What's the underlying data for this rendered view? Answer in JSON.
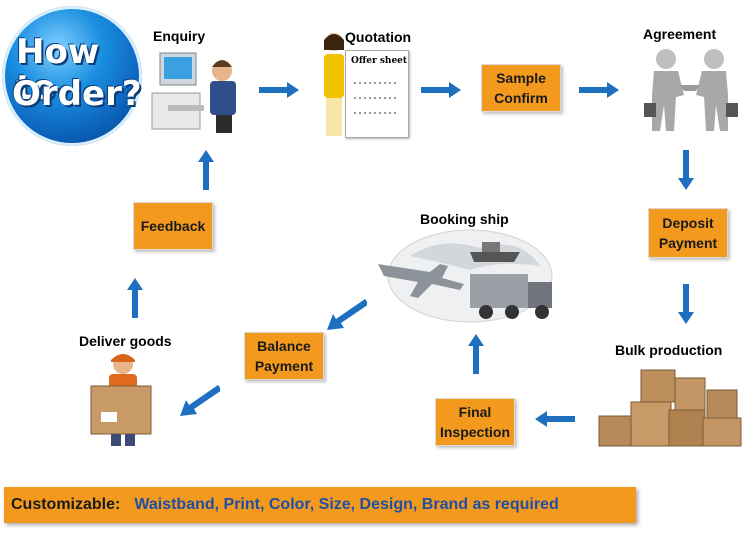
{
  "badge": {
    "line1": "How to",
    "line2": "Order?"
  },
  "steps": {
    "enquiry": "Enquiry",
    "quotation": "Quotation",
    "offer_sheet": "Offer sheet",
    "sample_confirm": [
      "Sample",
      "Confirm"
    ],
    "agreement": "Agreement",
    "deposit_payment": [
      "Deposit",
      "Payment"
    ],
    "bulk_production": "Bulk production",
    "final_inspection": [
      "Final",
      "Inspection"
    ],
    "booking_ship": "Booking ship",
    "balance_payment": [
      "Balance",
      "Payment"
    ],
    "deliver_goods": "Deliver goods",
    "feedback": "Feedback"
  },
  "footer": {
    "key": "Customizable:",
    "value": "Waistband, Print, Color, Size, Design, Brand as required"
  },
  "colors": {
    "box": "#f39a1e",
    "arrow": "#1f6fc0",
    "footer_value": "#1f4fa3"
  }
}
